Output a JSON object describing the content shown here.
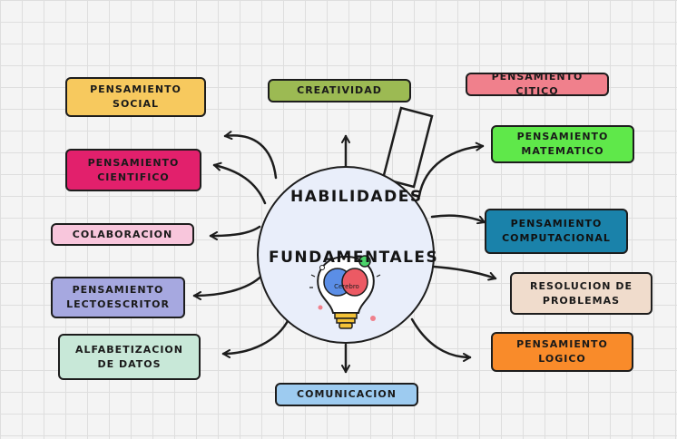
{
  "center": {
    "line1": "HABILIDADES",
    "line2": "FUNDAMENTALES",
    "bulb_text": "Cerebro"
  },
  "nodes": [
    {
      "id": "pensamiento-social",
      "label": "PENSAMIENTO\nSOCIAL",
      "color": "#f7c95e"
    },
    {
      "id": "creatividad",
      "label": "CREATIVIDAD",
      "color": "#9cba53"
    },
    {
      "id": "pensamiento-citico",
      "label": "PENSAMIENTO CITICO",
      "color": "#f0808c"
    },
    {
      "id": "pensamiento-cientifico",
      "label": "PENSAMIENTO\nCIENTIFICO",
      "color": "#e2206c"
    },
    {
      "id": "pensamiento-matematico",
      "label": "PENSAMIENTO\nMATEMATICO",
      "color": "#5fe84a"
    },
    {
      "id": "colaboracion",
      "label": "COLABORACION",
      "color": "#f8c6dc"
    },
    {
      "id": "pensamiento-computacional",
      "label": "PENSAMIENTO\nCOMPUTACIONAL",
      "color": "#1a82aa"
    },
    {
      "id": "pensamiento-lectoescritor",
      "label": "PENSAMIENTO\nLECTOESCRITOR",
      "color": "#a6a8e0"
    },
    {
      "id": "resolucion-de-problemas",
      "label": "RESOLUCION DE\nPROBLEMAS",
      "color": "#f0dccc"
    },
    {
      "id": "alfabetizacion-de-datos",
      "label": "ALFABETIZACION\nDE DATOS",
      "color": "#c8e8d8"
    },
    {
      "id": "pensamiento-logico",
      "label": "PENSAMIENTO\nLOGICO",
      "color": "#f98b2a"
    },
    {
      "id": "comunicacion",
      "label": "COMUNICACION",
      "color": "#9dcbf0"
    }
  ]
}
